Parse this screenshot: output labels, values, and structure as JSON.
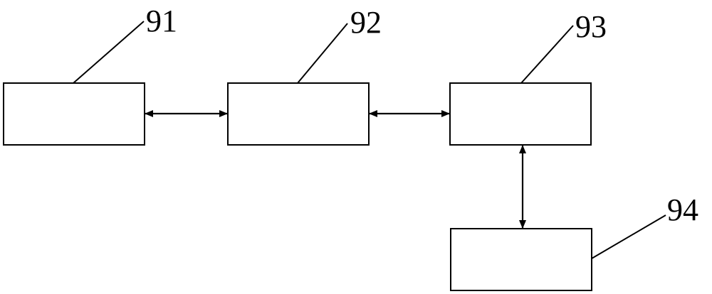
{
  "colors": {
    "background": "#ffffff",
    "stroke": "#000000"
  },
  "blocks": [
    {
      "id": "91",
      "label": "91"
    },
    {
      "id": "92",
      "label": "92"
    },
    {
      "id": "93",
      "label": "93"
    },
    {
      "id": "94",
      "label": "94"
    }
  ],
  "connections": [
    {
      "from": "91",
      "to": "92",
      "direction": "bidirectional"
    },
    {
      "from": "92",
      "to": "93",
      "direction": "bidirectional"
    },
    {
      "from": "93",
      "to": "94",
      "direction": "bidirectional"
    }
  ]
}
